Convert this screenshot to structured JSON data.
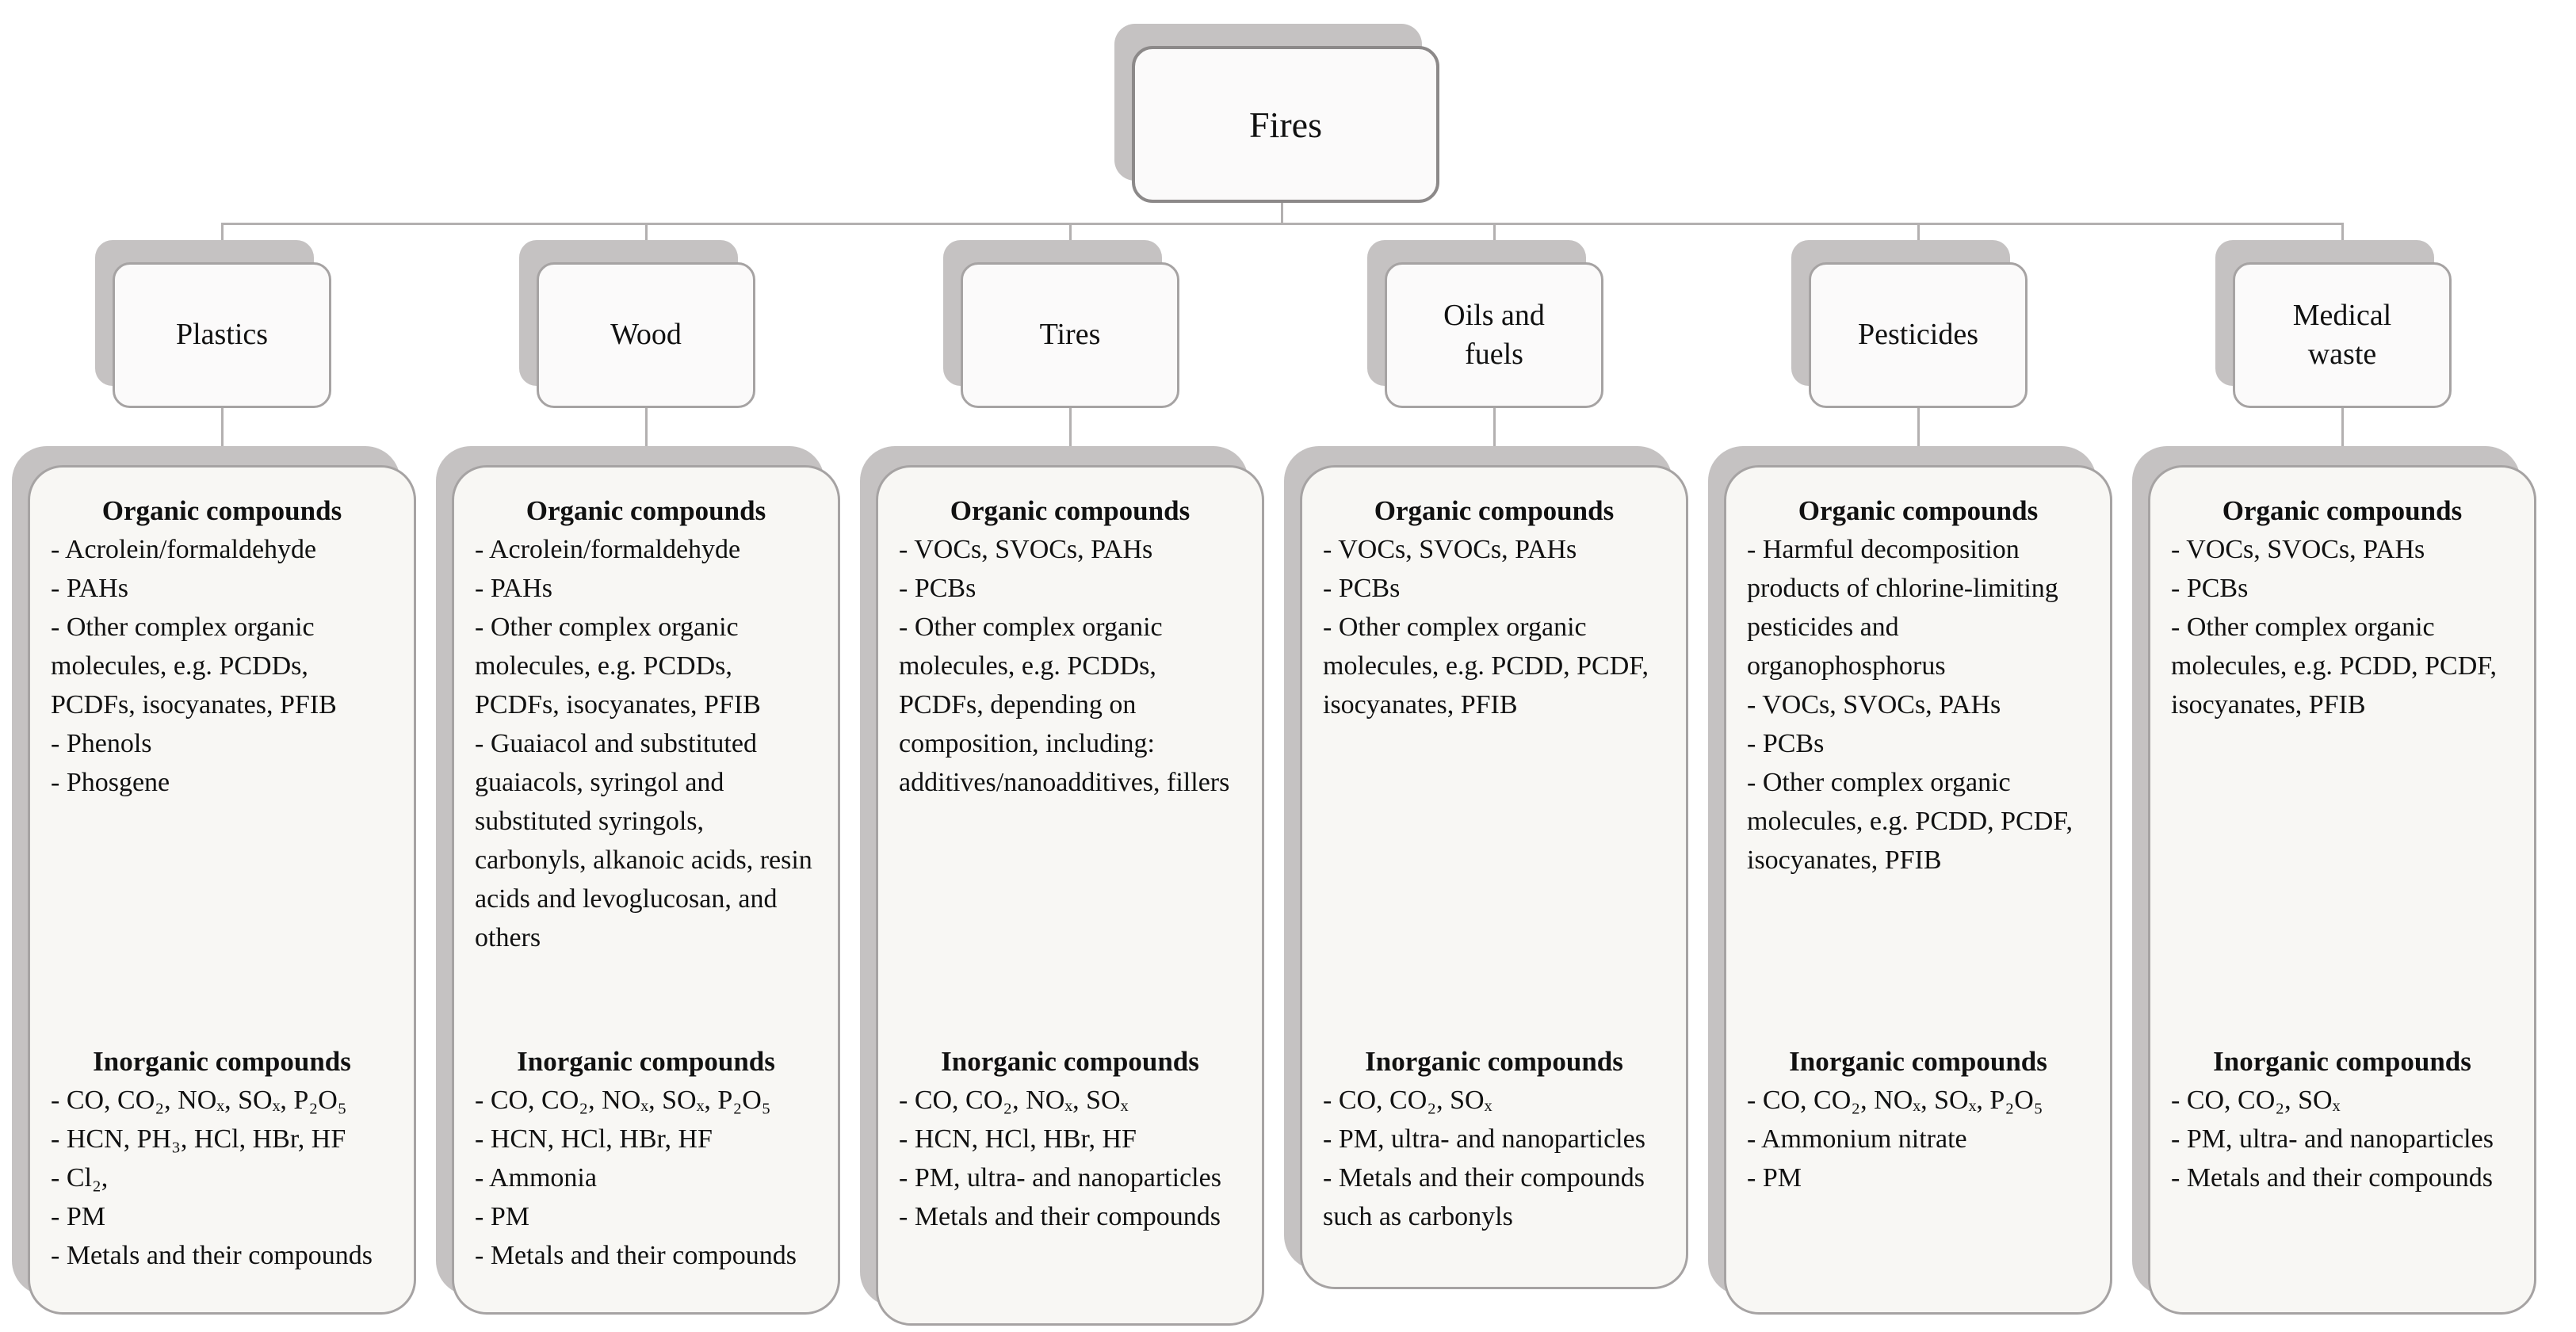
{
  "diagram": {
    "root_label": "Fires",
    "organic_heading": "Organic compounds",
    "inorganic_heading": "Inorganic compounds",
    "branches": [
      {
        "label": "Plastics",
        "organic": [
          "- Acrolein/formaldehyde",
          "- PAHs",
          "- Other complex organic molecules, e.g. PCDDs, PCDFs, isocyanates, PFIB",
          "- Phenols",
          "- Phosgene"
        ],
        "inorganic": [
          "- CO, CO₂, NOₓ, SOₓ, P₂O₅",
          "- HCN, PH₃, HCl, HBr, HF",
          "- Cl₂,",
          "- PM",
          "- Metals and their compounds"
        ]
      },
      {
        "label": "Wood",
        "organic": [
          "- Acrolein/formaldehyde",
          "- PAHs",
          "- Other complex organic molecules, e.g. PCDDs, PCDFs, isocyanates, PFIB",
          "- Guaiacol and substituted guaiacols, syringol and substituted syringols, carbonyls, alkanoic acids, resin acids and levoglucosan, and others"
        ],
        "inorganic": [
          "- CO, CO₂, NOₓ, SOₓ, P₂O₅",
          "- HCN, HCl, HBr, HF",
          "- Ammonia",
          "- PM",
          "- Metals and their compounds"
        ]
      },
      {
        "label": "Tires",
        "organic": [
          "- VOCs, SVOCs, PAHs",
          "- PCBs",
          "- Other complex organic molecules, e.g. PCDDs, PCDFs, depending on composition, including: additives/nanoadditives, fillers"
        ],
        "inorganic": [
          "- CO, CO₂, NOₓ, SOₓ",
          "- HCN, HCl, HBr, HF",
          "- PM, ultra- and nanoparticles",
          "- Metals and their compounds"
        ]
      },
      {
        "label": "Oils and fuels",
        "organic": [
          "- VOCs, SVOCs, PAHs",
          "- PCBs",
          "- Other complex organic molecules, e.g. PCDD, PCDF, isocyanates, PFIB"
        ],
        "inorganic": [
          "- CO, CO₂, SOₓ",
          "- PM, ultra- and nanoparticles",
          "- Metals and their compounds such as carbonyls"
        ]
      },
      {
        "label": "Pesticides",
        "organic": [
          "- Harmful decomposition products of chlorine-limiting pesticides and organophosphorus",
          "- VOCs, SVOCs, PAHs",
          "- PCBs",
          "- Other complex organic molecules, e.g. PCDD, PCDF, isocyanates, PFIB"
        ],
        "inorganic": [
          "- CO, CO₂, NOₓ, SOₓ, P₂O₅",
          "- Ammonium nitrate",
          "- PM"
        ]
      },
      {
        "label": "Medical waste",
        "organic": [
          "- VOCs, SVOCs, PAHs",
          "- PCBs",
          "- Other complex organic molecules, e.g. PCDD, PCDF, isocyanates, PFIB"
        ],
        "inorganic": [
          "- CO, CO₂, SOₓ",
          "- PM, ultra- and nanoparticles",
          "- Metals and their compounds"
        ]
      }
    ]
  },
  "colors": {
    "box-fill": "#f8f7f4",
    "box-border": "#a6a3a3",
    "shadow": "#c5c2c2",
    "line": "#b3b0b0",
    "text": "#111111"
  }
}
